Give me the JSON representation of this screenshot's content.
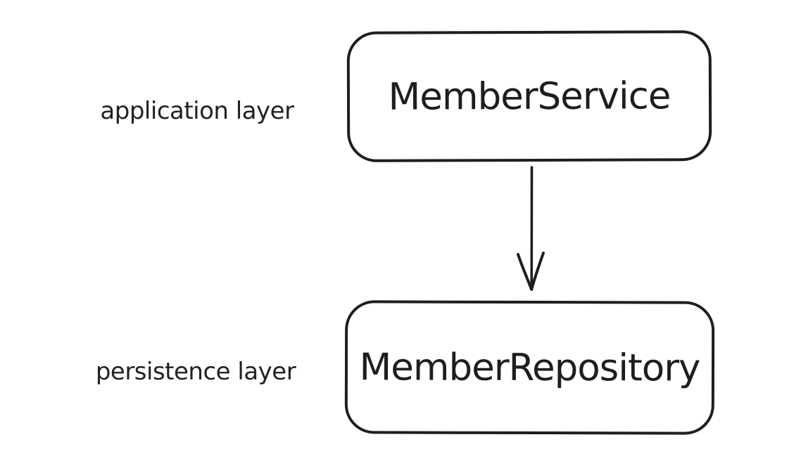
{
  "diagram": {
    "type": "layered-architecture",
    "background": "#ffffff",
    "stroke_color": "#1e1e1e",
    "annotations": {
      "application": "application layer",
      "persistence": "persistence layer"
    },
    "nodes": {
      "service": {
        "label": "MemberService",
        "layer": "application layer"
      },
      "repository": {
        "label": "MemberRepository",
        "layer": "persistence layer"
      }
    },
    "edges": [
      {
        "from": "MemberService",
        "to": "MemberRepository",
        "direction": "down",
        "style": "solid-arrow"
      }
    ]
  }
}
